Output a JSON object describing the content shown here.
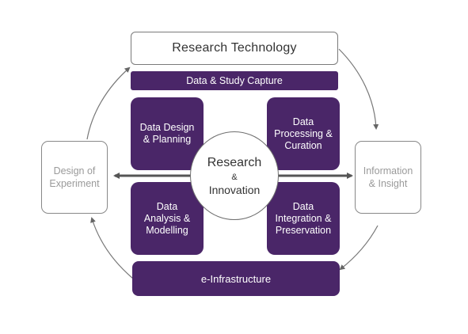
{
  "top_box": {
    "label": "Research Technology"
  },
  "top_band": {
    "label": "Data & Study Capture"
  },
  "quadrants": {
    "top_left": [
      "Data Design",
      "& Planning"
    ],
    "top_right": [
      "Data",
      "Processing &",
      "Curation"
    ],
    "bottom_left": [
      "Data",
      "Analysis &",
      "Modelling"
    ],
    "bottom_right": [
      "Data",
      "Integration &",
      "Preservation"
    ]
  },
  "center": {
    "line1": "Research",
    "line2": "&",
    "line3": "Innovation"
  },
  "left_box": [
    "Design of",
    "Experiment"
  ],
  "right_box": [
    "Information",
    "& Insight"
  ],
  "bottom_band": {
    "label": "e-Infrastructure"
  },
  "colors": {
    "purple": "#4a2668",
    "outline": "#7a7a7a",
    "muted_text": "#9a9a9a"
  }
}
